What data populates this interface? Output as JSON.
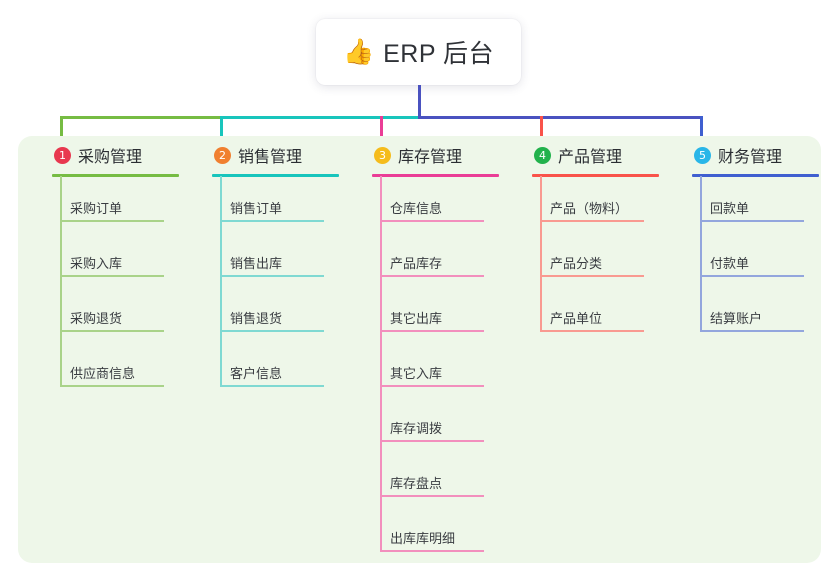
{
  "root": {
    "emoji": "👍",
    "emoji_name": "thumbs-up-icon",
    "title": "ERP 后台"
  },
  "colors": {
    "board_background": "#eef7e9",
    "page_background": "#ffffff",
    "trunk": "#4a52c0",
    "bus_left": "#76bc43",
    "bus_mid": "#18c5bc",
    "bus_right": "#4a52c0"
  },
  "columns": [
    {
      "index": "1",
      "title": "采购管理",
      "badge_color": "#e8384f",
      "line_color": "#76bc43",
      "item_line_color": "#a9d389",
      "drop_color": "#76bc43",
      "items": [
        "采购订单",
        "采购入库",
        "采购退货",
        "供应商信息"
      ]
    },
    {
      "index": "2",
      "title": "销售管理",
      "badge_color": "#f08030",
      "line_color": "#18c5bc",
      "item_line_color": "#7fd9d2",
      "drop_color": "#18c5bc",
      "items": [
        "销售订单",
        "销售出库",
        "销售退货",
        "客户信息"
      ]
    },
    {
      "index": "3",
      "title": "库存管理",
      "badge_color": "#f5bc1c",
      "line_color": "#ea3d96",
      "item_line_color": "#f28fbd",
      "drop_color": "#ea3d96",
      "items": [
        "仓库信息",
        "产品库存",
        "其它出库",
        "其它入库",
        "库存调拨",
        "库存盘点",
        "出库库明细"
      ]
    },
    {
      "index": "4",
      "title": "产品管理",
      "badge_color": "#22b24c",
      "line_color": "#f9534a",
      "item_line_color": "#f99a91",
      "drop_color": "#f9534a",
      "items": [
        "产品（物料）",
        "产品分类",
        "产品单位"
      ]
    },
    {
      "index": "5",
      "title": "财务管理",
      "badge_color": "#29b6e8",
      "line_color": "#3f5fd0",
      "item_line_color": "#93a6dd",
      "drop_color": "#3f5fd0",
      "items": [
        "回款单",
        "付款单",
        "结算账户"
      ]
    }
  ]
}
